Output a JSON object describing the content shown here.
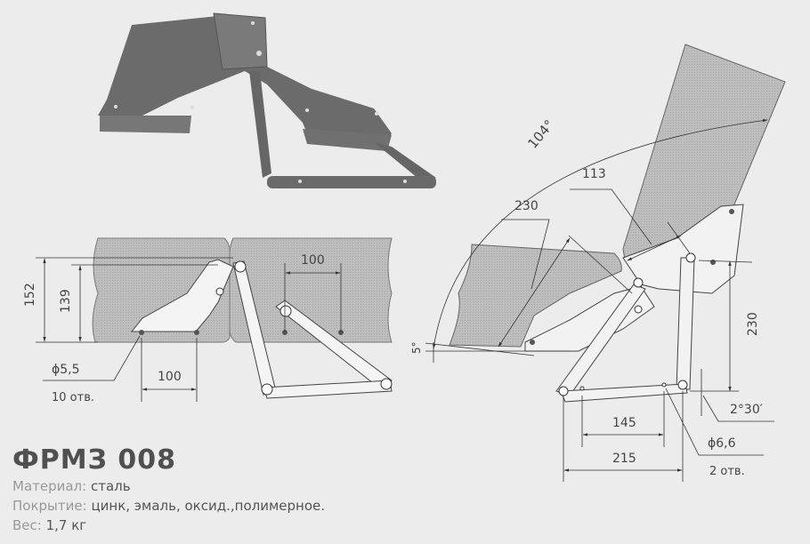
{
  "product": {
    "model": "ФРМЗ 008",
    "specs": [
      {
        "label": "Материал:",
        "value": "сталь"
      },
      {
        "label": "Покрытие:",
        "value": "цинк, эмаль, оксид.,полимерное."
      },
      {
        "label": "Вес:",
        "value": "1,7 кг"
      }
    ]
  },
  "closed_view": {
    "dim_152": "152",
    "dim_139": "139",
    "dim_100_top": "100",
    "dim_100_bottom": "100",
    "hole_diameter": "ϕ5,5",
    "hole_count": "10 отв."
  },
  "open_view": {
    "angle": "104°",
    "dim_113": "113",
    "dim_230_diag": "230",
    "dim_230_vert": "230",
    "angle_small": "5°",
    "angle_tilt": "2°30′",
    "dim_145": "145",
    "dim_215": "215",
    "hole_diameter": "ϕ6,6",
    "hole_count": "2 отв."
  },
  "colors": {
    "background": "#ececec",
    "panel": "#b8b8b8",
    "metal": "#6e6e6e",
    "line": "#333333"
  }
}
